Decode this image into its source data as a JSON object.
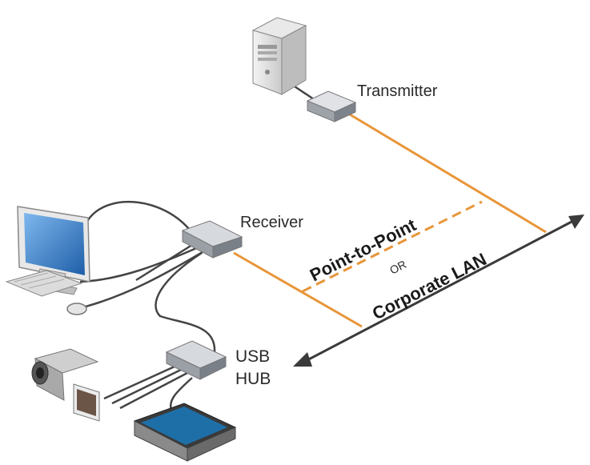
{
  "labels": {
    "transmitter": "Transmitter",
    "receiver": "Receiver",
    "usb_hub_line1": "USB",
    "usb_hub_line2": "HUB",
    "point_to_point": "Point-to-Point",
    "or": "OR",
    "corporate_lan": "Corporate LAN"
  },
  "colors": {
    "cable_orange": "#e8963a",
    "cable_dark": "#444444",
    "arrow_dark": "#3a3a3a",
    "device_gray": "#b8bcc2",
    "monitor_blue": "#3c7fc7"
  },
  "icons": [
    "computer-tower-icon",
    "transmitter-box-icon",
    "receiver-box-icon",
    "monitor-icon",
    "keyboard-icon",
    "mouse-icon",
    "usb-hub-icon",
    "camcorder-icon",
    "scanner-icon"
  ]
}
